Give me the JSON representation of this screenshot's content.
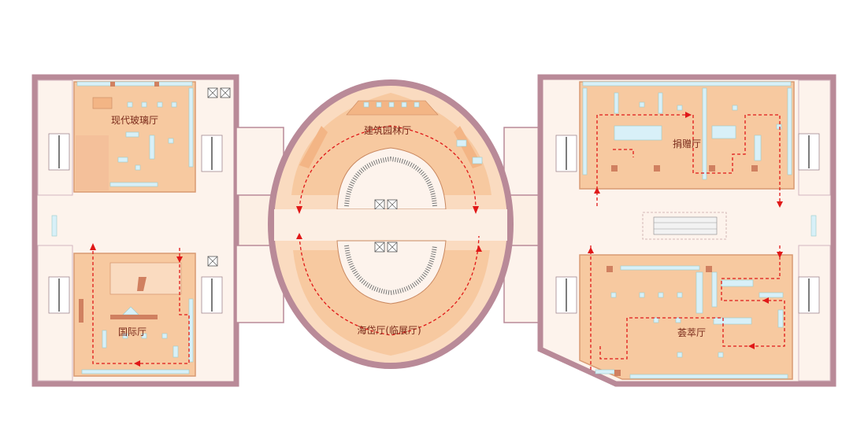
{
  "halls": {
    "modern_glass": "现代玻璃厅",
    "architecture_garden": "建筑园林厅",
    "donation": "捐赠厅",
    "international": "国际厅",
    "haidai": "海岱厅(临展厅)",
    "cuicui": "荟萃厅"
  },
  "colors": {
    "wall": "#b98a98",
    "corridor": "#fcefe4",
    "hall_fill": "#f7c9a0",
    "hall_fill_light": "#fadbc0",
    "service": "#fdf3ec",
    "route": "#e01818",
    "case": "#d8f0f8"
  }
}
